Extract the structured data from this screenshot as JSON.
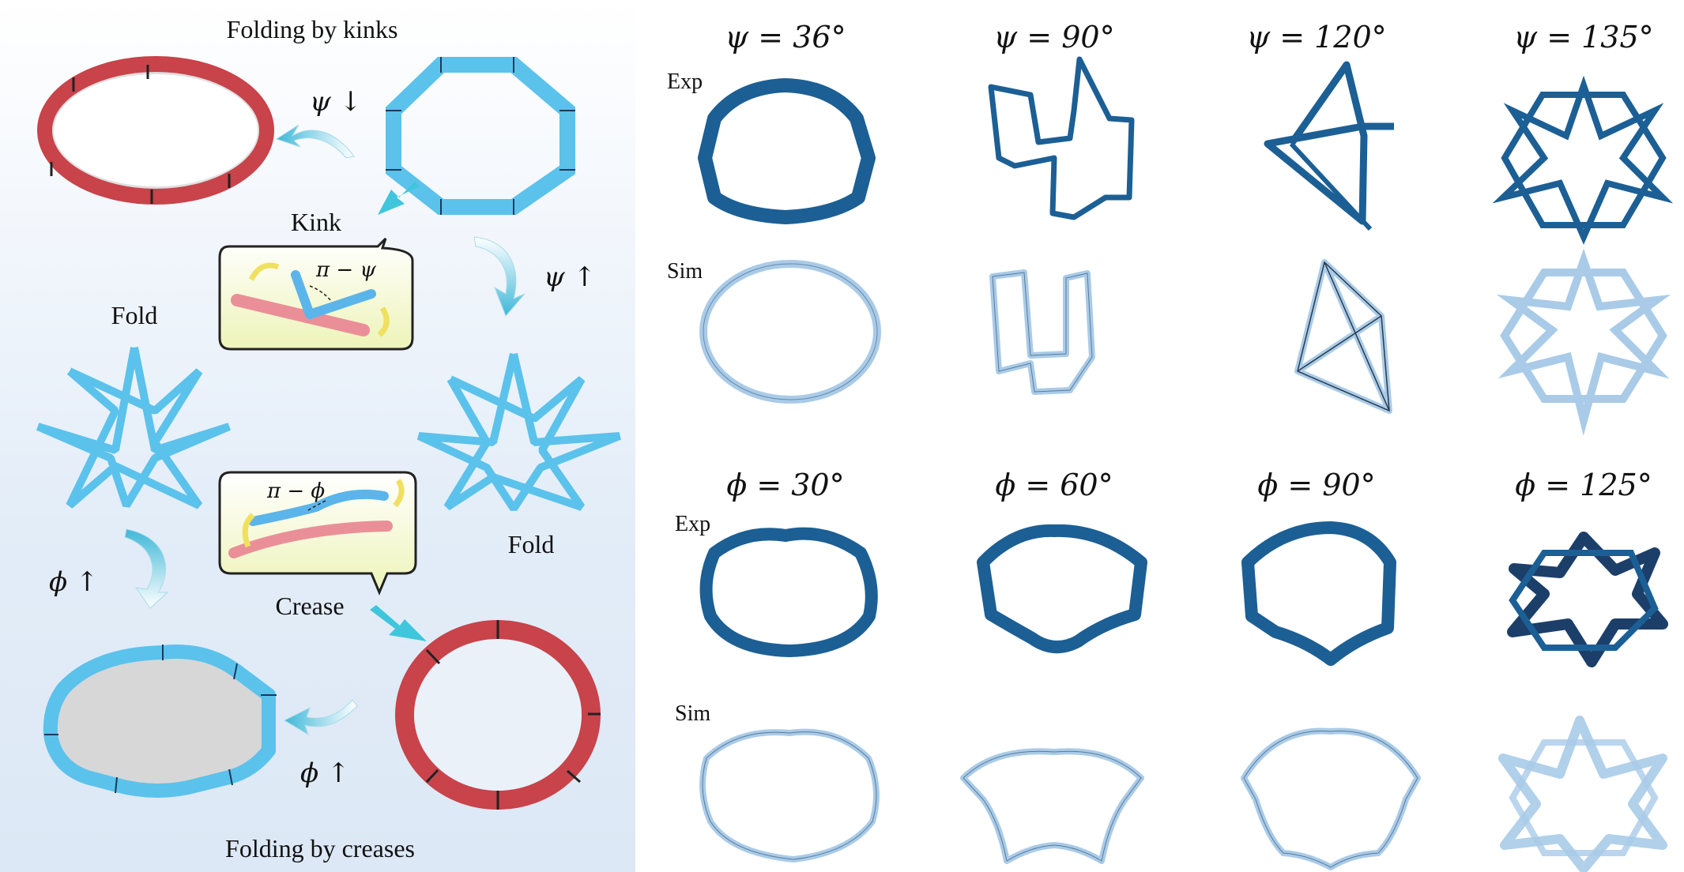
{
  "left_panel": {
    "title_top": "Folding by kinks",
    "title_bottom": "Folding by creases",
    "kink_label": "Kink",
    "crease_label": "Crease",
    "fold_left": "Fold",
    "fold_right": "Fold",
    "psi_down": "ψ ↓",
    "psi_up": "ψ ↑",
    "phi_up_left": "ϕ ↑",
    "phi_up_bottom": "ϕ ↑",
    "kink_inset": "π − ψ",
    "crease_inset": "π − ϕ"
  },
  "right_panel": {
    "psi_headers": [
      "ψ = 36°",
      "ψ = 90°",
      "ψ = 120°",
      "ψ = 135°"
    ],
    "phi_headers": [
      "ϕ = 30°",
      "ϕ = 60°",
      "ϕ = 90°",
      "ϕ = 125°"
    ],
    "row_labels": {
      "exp_top": "Exp",
      "sim_top": "Sim",
      "exp_bottom": "Exp",
      "sim_bottom": "Sim"
    }
  },
  "colors": {
    "red_ring": "#c8434a",
    "blue_light": "#5bc2ec",
    "exp_blue": "#1c5f95",
    "sim_blue": "#a9cbe8"
  }
}
